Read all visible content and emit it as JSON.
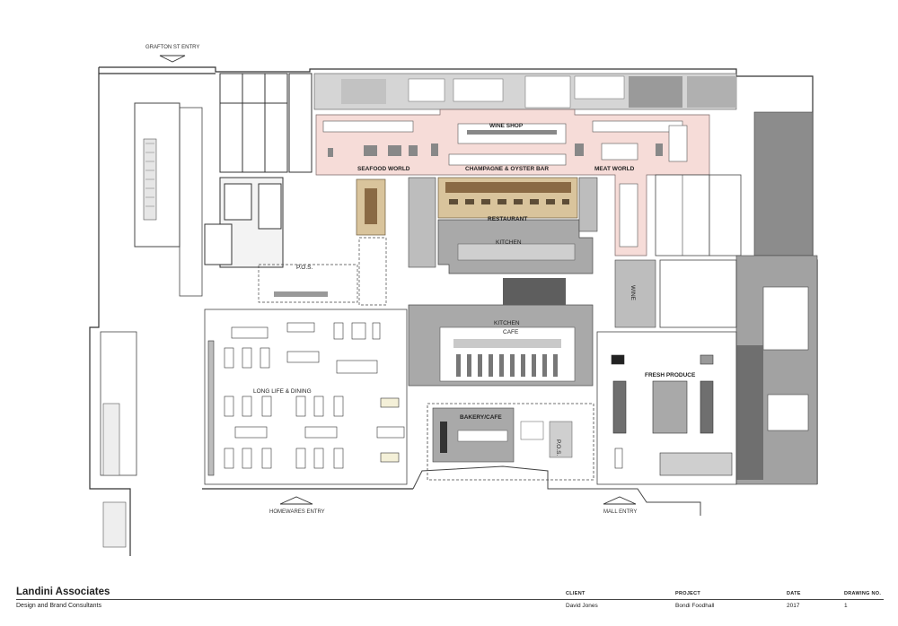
{
  "entries": {
    "grafton": "GRAFTON ST ENTRY",
    "homewares": "HOMEWARES ENTRY",
    "mall": "MALL ENTRY"
  },
  "zones": {
    "seafood_world": "SEAFOOD WORLD",
    "wine_shop": "WINE SHOP",
    "champagne_oyster_bar": "CHAMPAGNE & OYSTER BAR",
    "meat_world": "MEAT WORLD",
    "restaurant": "RESTAURANT",
    "kitchen_upper": "KITCHEN",
    "kitchen_lower": "KITCHEN",
    "cafe": "CAFE",
    "pos_upper": "P.O.S.",
    "pos_lower": "P.O.S.",
    "long_life_dining": "LONG LIFE & DINING",
    "bakery_cafe": "BAKERY/CAFE",
    "fresh_produce": "FRESH PRODUCE",
    "wine": "WINE"
  },
  "colors": {
    "pink_zone": "#f6dcd8",
    "tan_zone": "#d9c49c",
    "grey_zone": "#a9a9a9",
    "dark_grey": "#6f6f6f",
    "light_grey": "#cfcfcf"
  },
  "title_block": {
    "firm": "Landini Associates",
    "firm_sub": "Design and Brand Consultants",
    "client_label": "CLIENT",
    "client": "David Jones",
    "project_label": "PROJECT",
    "project": "Bondi Foodhall",
    "date_label": "DATE",
    "date": "2017",
    "drawing_label": "DRAWING NO.",
    "drawing": "1"
  }
}
